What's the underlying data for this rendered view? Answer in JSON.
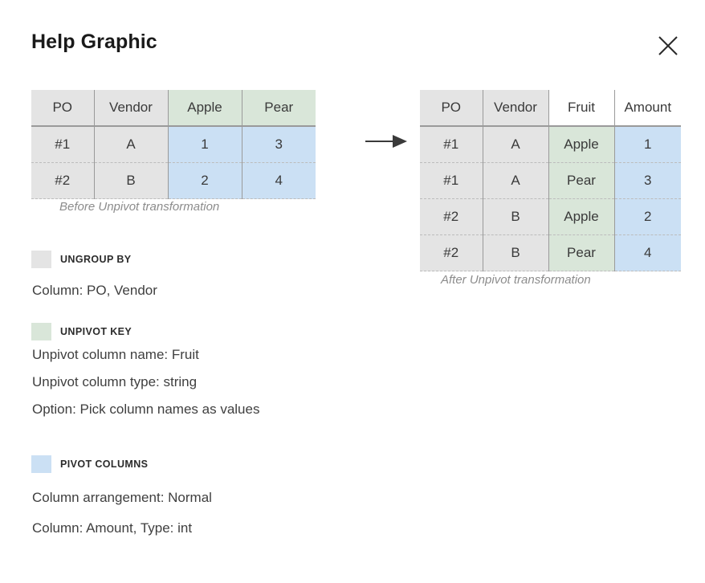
{
  "header": {
    "title": "Help Graphic",
    "close_icon": "close-icon"
  },
  "diagram": {
    "arrow_icon": "arrow-right-icon",
    "before": {
      "caption": "Before Unpivot transformation",
      "columns": [
        {
          "label": "PO",
          "style": "gray"
        },
        {
          "label": "Vendor",
          "style": "gray"
        },
        {
          "label": "Apple",
          "style": "green"
        },
        {
          "label": "Pear",
          "style": "green"
        }
      ],
      "rows": [
        {
          "cells": [
            {
              "value": "#1",
              "style": "gray"
            },
            {
              "value": "A",
              "style": "gray"
            },
            {
              "value": "1",
              "style": "blue"
            },
            {
              "value": "3",
              "style": "blue"
            }
          ]
        },
        {
          "cells": [
            {
              "value": "#2",
              "style": "gray"
            },
            {
              "value": "B",
              "style": "gray"
            },
            {
              "value": "2",
              "style": "blue"
            },
            {
              "value": "4",
              "style": "blue"
            }
          ]
        }
      ]
    },
    "after": {
      "caption": "After Unpivot transformation",
      "columns": [
        {
          "label": "PO",
          "style": "gray"
        },
        {
          "label": "Vendor",
          "style": "gray"
        },
        {
          "label": "Fruit",
          "style": "none"
        },
        {
          "label": "Amount",
          "style": "none"
        }
      ],
      "rows": [
        {
          "cells": [
            {
              "value": "#1",
              "style": "gray"
            },
            {
              "value": "A",
              "style": "gray"
            },
            {
              "value": "Apple",
              "style": "green"
            },
            {
              "value": "1",
              "style": "blue"
            }
          ]
        },
        {
          "cells": [
            {
              "value": "#1",
              "style": "gray"
            },
            {
              "value": "A",
              "style": "gray"
            },
            {
              "value": "Pear",
              "style": "green"
            },
            {
              "value": "3",
              "style": "blue"
            }
          ]
        },
        {
          "cells": [
            {
              "value": "#2",
              "style": "gray"
            },
            {
              "value": "B",
              "style": "gray"
            },
            {
              "value": "Apple",
              "style": "green"
            },
            {
              "value": "2",
              "style": "blue"
            }
          ]
        },
        {
          "cells": [
            {
              "value": "#2",
              "style": "gray"
            },
            {
              "value": "B",
              "style": "gray"
            },
            {
              "value": "Pear",
              "style": "green"
            },
            {
              "value": "4",
              "style": "blue"
            }
          ]
        }
      ]
    }
  },
  "legend": {
    "ungroup": {
      "title": "UNGROUP BY",
      "swatch_color": "#e4e4e4",
      "line1": "Column: PO, Vendor"
    },
    "unpivot_key": {
      "title": "UNPIVOT KEY",
      "swatch_color": "#d9e6d9",
      "line1": "Unpivot column name: Fruit",
      "line2": "Unpivot column type: string",
      "line3": "Option: Pick column names as values"
    },
    "pivot_columns": {
      "title": "PIVOT COLUMNS",
      "swatch_color": "#cbe0f4",
      "line1": "Column arrangement: Normal",
      "line2": "Column: Amount, Type: int"
    }
  },
  "colors": {
    "gray": "#e4e4e4",
    "green": "#d9e6d9",
    "blue": "#cbe0f4",
    "separator": "#9a9a9a",
    "row_divider": "#bcbcbc",
    "caption_text": "#8c8c8c"
  }
}
